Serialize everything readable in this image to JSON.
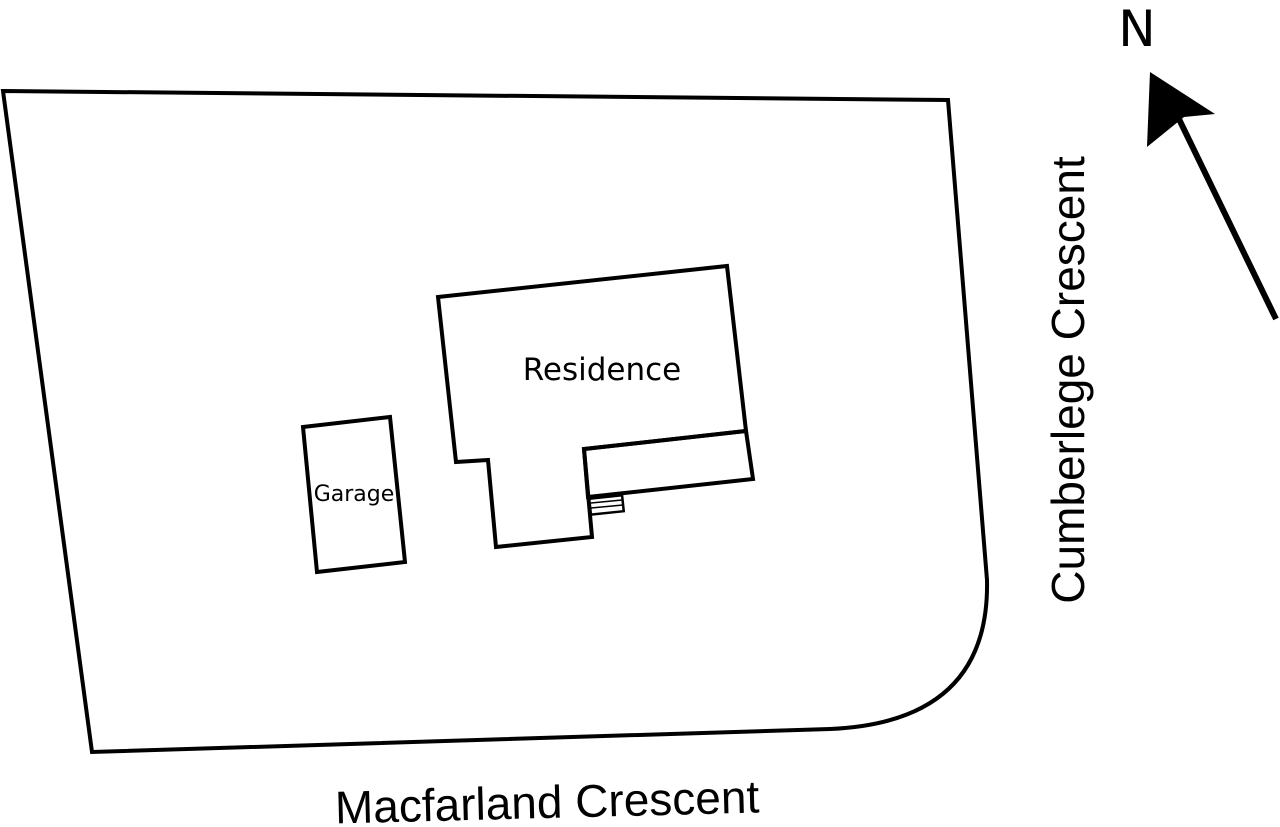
{
  "labels": {
    "north": "N",
    "residence": "Residence",
    "garage": "Garage",
    "street_bottom": "Macfarland Crescent",
    "street_right": "Cumberlege Crescent"
  },
  "colors": {
    "ink": "#000000",
    "background": "#ffffff"
  },
  "icons": {
    "north_arrow": "north-arrow-icon"
  }
}
